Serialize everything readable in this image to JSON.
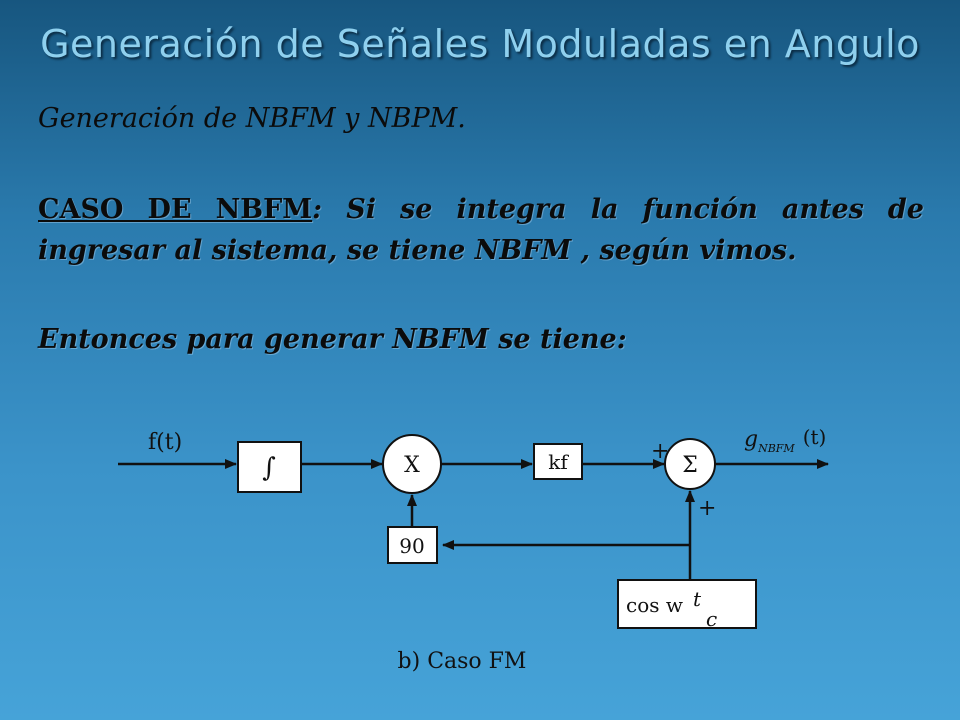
{
  "title": "Generación de Señales Moduladas en Angulo",
  "heading": "Generación de NBFM y NBPM.",
  "case": {
    "label": "CASO DE NBFM",
    "text": ": Si se integra la función antes de ingresar al sistema, se tiene NBFM , según vimos."
  },
  "intro": "Entonces para generar NBFM se tiene:",
  "diagram": {
    "input_label": "f(t)",
    "integrator": "∫",
    "multiplier": "X",
    "gain": "kf",
    "summer": "Σ",
    "plus_top": "+",
    "plus_bottom": "+",
    "phase_shift": "90",
    "oscillator": "cos w",
    "oscillator_t": "t",
    "oscillator_sub": "c",
    "output_g": "g",
    "output_sub": "NBFM",
    "output_arg": "(t)",
    "caption": "b) Caso FM"
  }
}
